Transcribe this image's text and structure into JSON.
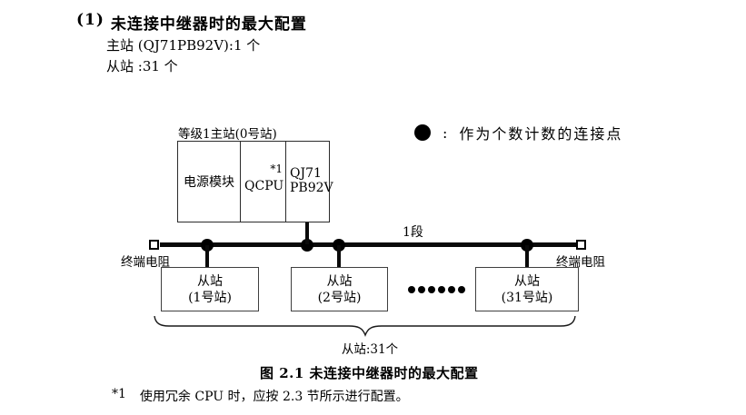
{
  "colors": {
    "ink": "#000000",
    "slave_border": "#3f3f3f",
    "master_border": "#2b2b2b",
    "background": "#ffffff"
  },
  "header": {
    "number": "(1)",
    "title": "未连接中继器时的最大配置",
    "master_count_line": "主站 (QJ71PB92V):1 个",
    "slave_count_line": "从站 :31 个"
  },
  "diagram": {
    "master": {
      "label": "等级1主站(0号站)",
      "power_cell": "电源模块",
      "cpu_cell": "QCPU",
      "cpu_note": "*1",
      "pb_line1": "QJ71",
      "pb_line2": "PB92V"
    },
    "legend": {
      "colon": ":",
      "text": "作为个数计数的连接点"
    },
    "segment_label": "1段",
    "left_terminator_label": "终端电阻",
    "right_terminator_label": "终端电阻",
    "slaves": [
      {
        "name": "从站",
        "station": "(1号站)"
      },
      {
        "name": "从站",
        "station": "(2号站)"
      },
      {
        "name": "从站",
        "station": "(31号站)"
      }
    ],
    "slave_total_label": "从站:31个"
  },
  "caption": "图 2.1 未连接中继器时的最大配置",
  "footnote": {
    "marker": "*1",
    "text": "使用冗余 CPU 时，应按 2.3 节所示进行配置。"
  }
}
